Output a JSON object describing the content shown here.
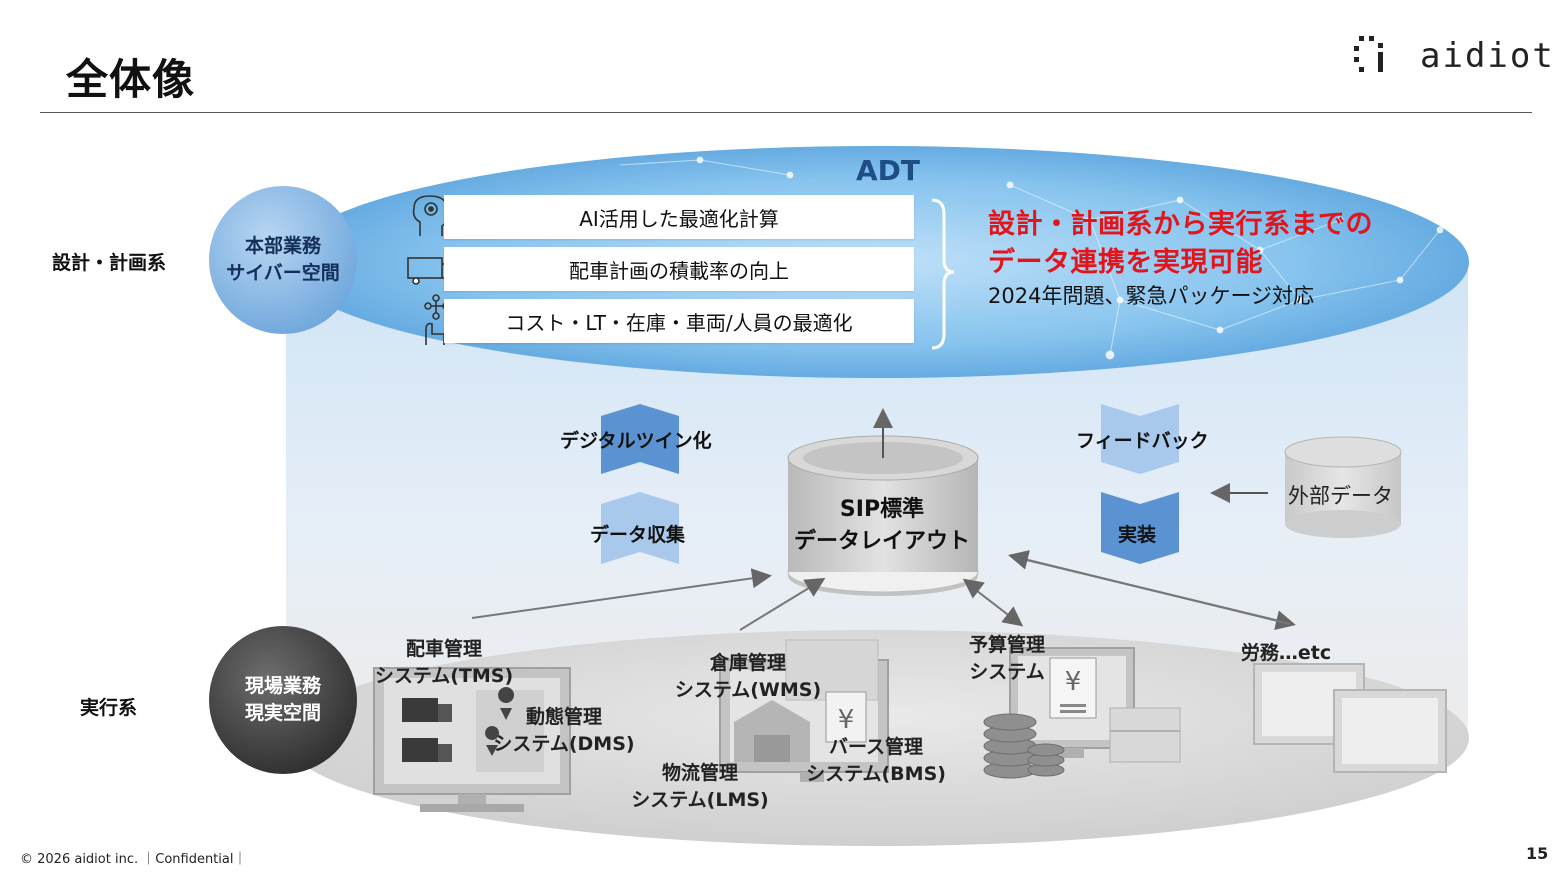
{
  "slide": {
    "title": "全体像",
    "page_number": "15",
    "footer": "© 2026 aidiot inc. ｜Confidential｜"
  },
  "logo": {
    "text": "aidiot",
    "icon": "aidiot-logo-icon"
  },
  "levels": {
    "design": "設計・計画系",
    "execution": "実行系"
  },
  "circles": {
    "cyber": {
      "line1": "本部業務",
      "line2": "サイバー空間"
    },
    "real": {
      "line1": "現場業務",
      "line2": "現実空間"
    }
  },
  "adt": {
    "label": "ADT",
    "tasks": [
      {
        "label": "AI活用した最適化計算",
        "icon": "ai-head-icon"
      },
      {
        "label": "配車計画の積載率の向上",
        "icon": "truck-icon"
      },
      {
        "label": "コスト・LT・在庫・車両/人員の最適化",
        "icon": "hand-network-icon"
      }
    ],
    "message_line1": "設計・計画系から実行系までの",
    "message_line2": "データ連携を実現可能",
    "message_sub": "2024年問題、緊急パッケージ対応"
  },
  "flows": {
    "digital_twin": "デジタルツイン化",
    "data_collection": "データ収集",
    "feedback": "フィードバック",
    "implementation": "実装"
  },
  "database": {
    "line1": "SIP標準",
    "line2": "データレイアウト"
  },
  "external": {
    "label": "外部データ"
  },
  "systems": {
    "tms": {
      "line1": "配車管理",
      "line2": "システム(TMS)"
    },
    "dms": {
      "line1": "動態管理",
      "line2": "システム(DMS)"
    },
    "wms": {
      "line1": "倉庫管理",
      "line2": "システム(WMS)"
    },
    "lms": {
      "line1": "物流管理",
      "line2": "システム(LMS)"
    },
    "bms": {
      "line1": "バース管理",
      "line2": "システム(BMS)"
    },
    "budget": {
      "line1": "予算管理",
      "line2": "システム"
    },
    "labor": {
      "line1": "労務…etc"
    }
  },
  "colors": {
    "adt_blue": "#5aa7e0",
    "chevron_dark": "#5b93d2",
    "chevron_light": "#a8c8ec",
    "message_red": "#e1151b",
    "adt_text": "#1f4e87"
  }
}
